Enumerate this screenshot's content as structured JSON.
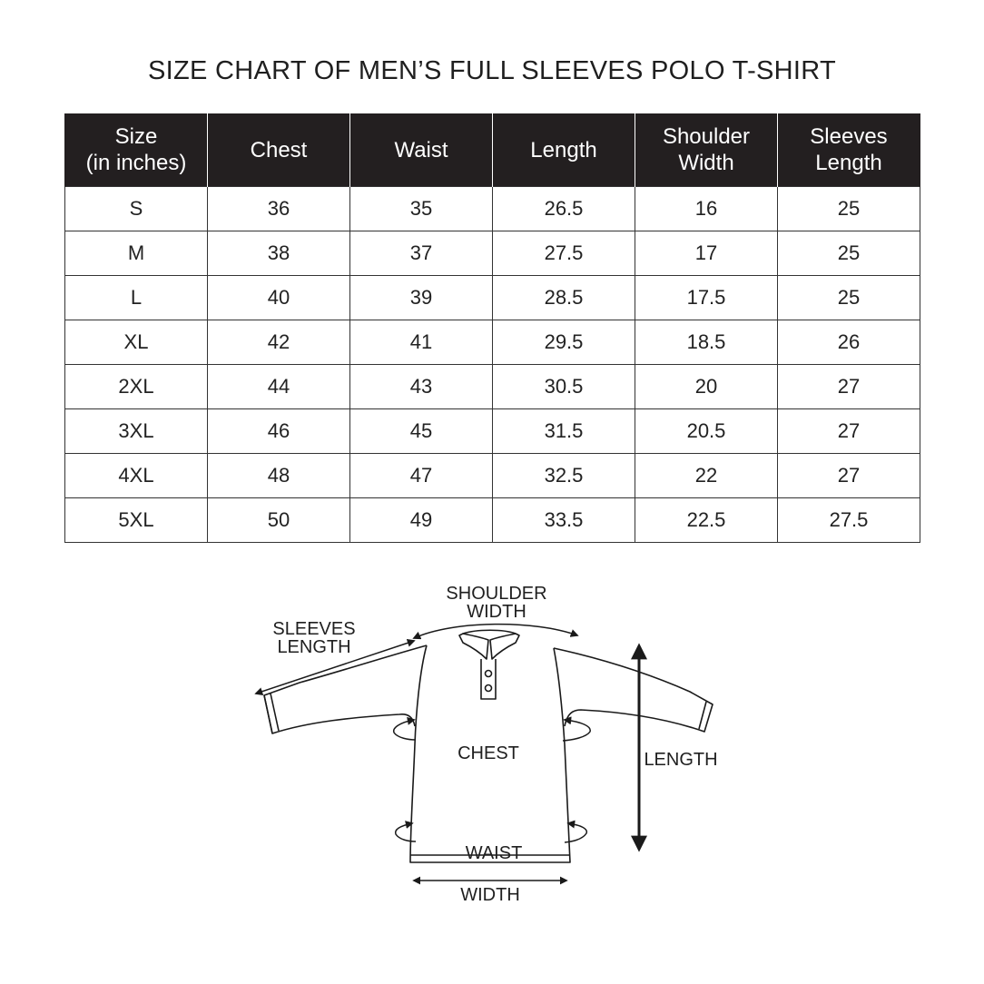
{
  "title": "SIZE CHART OF MEN’S FULL SLEEVES POLO T-SHIRT",
  "table": {
    "headers": [
      [
        "Size",
        "(in inches)"
      ],
      [
        "Chest"
      ],
      [
        "Waist"
      ],
      [
        "Length"
      ],
      [
        "Shoulder",
        "Width"
      ],
      [
        "Sleeves",
        "Length"
      ]
    ],
    "rows": [
      [
        "S",
        "36",
        "35",
        "26.5",
        "16",
        "25"
      ],
      [
        "M",
        "38",
        "37",
        "27.5",
        "17",
        "25"
      ],
      [
        "L",
        "40",
        "39",
        "28.5",
        "17.5",
        "25"
      ],
      [
        "XL",
        "42",
        "41",
        "29.5",
        "18.5",
        "26"
      ],
      [
        "2XL",
        "44",
        "43",
        "30.5",
        "20",
        "27"
      ],
      [
        "3XL",
        "46",
        "45",
        "31.5",
        "20.5",
        "27"
      ],
      [
        "4XL",
        "48",
        "47",
        "32.5",
        "22",
        "27"
      ],
      [
        "5XL",
        "50",
        "49",
        "33.5",
        "22.5",
        "27.5"
      ]
    ]
  },
  "diagram": {
    "shoulder_width": [
      "SHOULDER",
      "WIDTH"
    ],
    "sleeves_length": [
      "SLEEVES",
      "LENGTH"
    ],
    "chest": "CHEST",
    "length": "LENGTH",
    "waist": "WAIST",
    "width": "WIDTH",
    "line_color": "#1a1a1a"
  }
}
